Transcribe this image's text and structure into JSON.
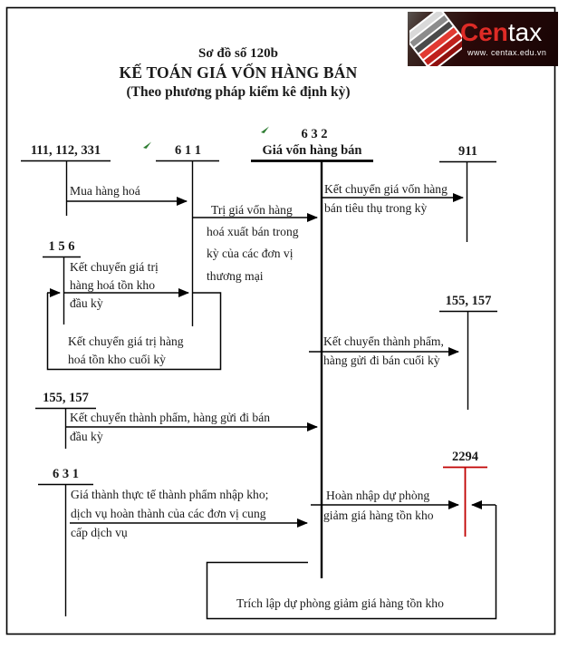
{
  "header": {
    "line1": "Sơ đồ số 120b",
    "line2": "KẾ TOÁN GIÁ VỐN HÀNG BÁN",
    "line3": "(Theo phương pháp kiểm kê định kỳ)"
  },
  "logo": {
    "brand_red": "Cen",
    "brand_white": "tax",
    "website": "www. centax.edu.vn"
  },
  "accounts": {
    "a111_112_331": {
      "label": "111, 112, 331"
    },
    "a611": {
      "label": "6 1 1"
    },
    "a632_num": {
      "label": "6 3 2"
    },
    "a632_name": {
      "label": "Giá vốn hàng bán"
    },
    "a911": {
      "label": "911"
    },
    "a156": {
      "label": "1 5 6"
    },
    "a155_157_right": {
      "label": "155, 157"
    },
    "a155_157_left": {
      "label": "155, 157"
    },
    "a631": {
      "label": "6 3 1"
    },
    "a2294": {
      "label": "2294",
      "color": "#c00000"
    }
  },
  "flows": {
    "mua_hang": {
      "lines": [
        "Mua hàng hoá"
      ]
    },
    "tri_gia_von": {
      "lines": [
        "Trị giá vốn hàng",
        "hoá xuất bán trong",
        "kỳ của các đơn vị",
        "thương mại"
      ]
    },
    "kc_gia_von": {
      "lines": [
        "Kết chuyển giá vốn hàng",
        "bán tiêu thụ trong kỳ"
      ]
    },
    "kc_ton_kho_dau_ky": {
      "lines": [
        "Kết chuyển giá trị",
        "hàng hoá tồn kho",
        "đầu kỳ"
      ]
    },
    "kc_ton_kho_cuoi_ky": {
      "lines": [
        "Kết chuyển giá trị hàng",
        "hoá tồn kho cuối kỳ"
      ]
    },
    "kc_thanh_pham_cuoi_ky": {
      "lines": [
        "Kết chuyển thành phẩm,",
        "hàng gửi đi bán cuối kỳ"
      ]
    },
    "kc_thanh_pham_dau_ky": {
      "lines": [
        "Kết chuyển thành phẩm, hàng gửi đi bán",
        "đầu kỳ"
      ]
    },
    "gia_thanh": {
      "lines": [
        "Giá thành thực tế thành phẩm nhập kho;",
        "dịch vụ hoàn thành của các đơn vị cung",
        "cấp dịch vụ"
      ]
    },
    "hoan_nhap": {
      "lines": [
        "Hoàn nhập dự phòng",
        "giảm giá hàng tồn kho"
      ]
    },
    "trich_lap": {
      "lines": [
        "Trích lập dự phòng giảm giá hàng tồn kho"
      ]
    }
  },
  "colors": {
    "line": "#000000",
    "accent_red": "#c00000",
    "logo_red": "#de2b26",
    "green_mark": "#2e7d32"
  }
}
